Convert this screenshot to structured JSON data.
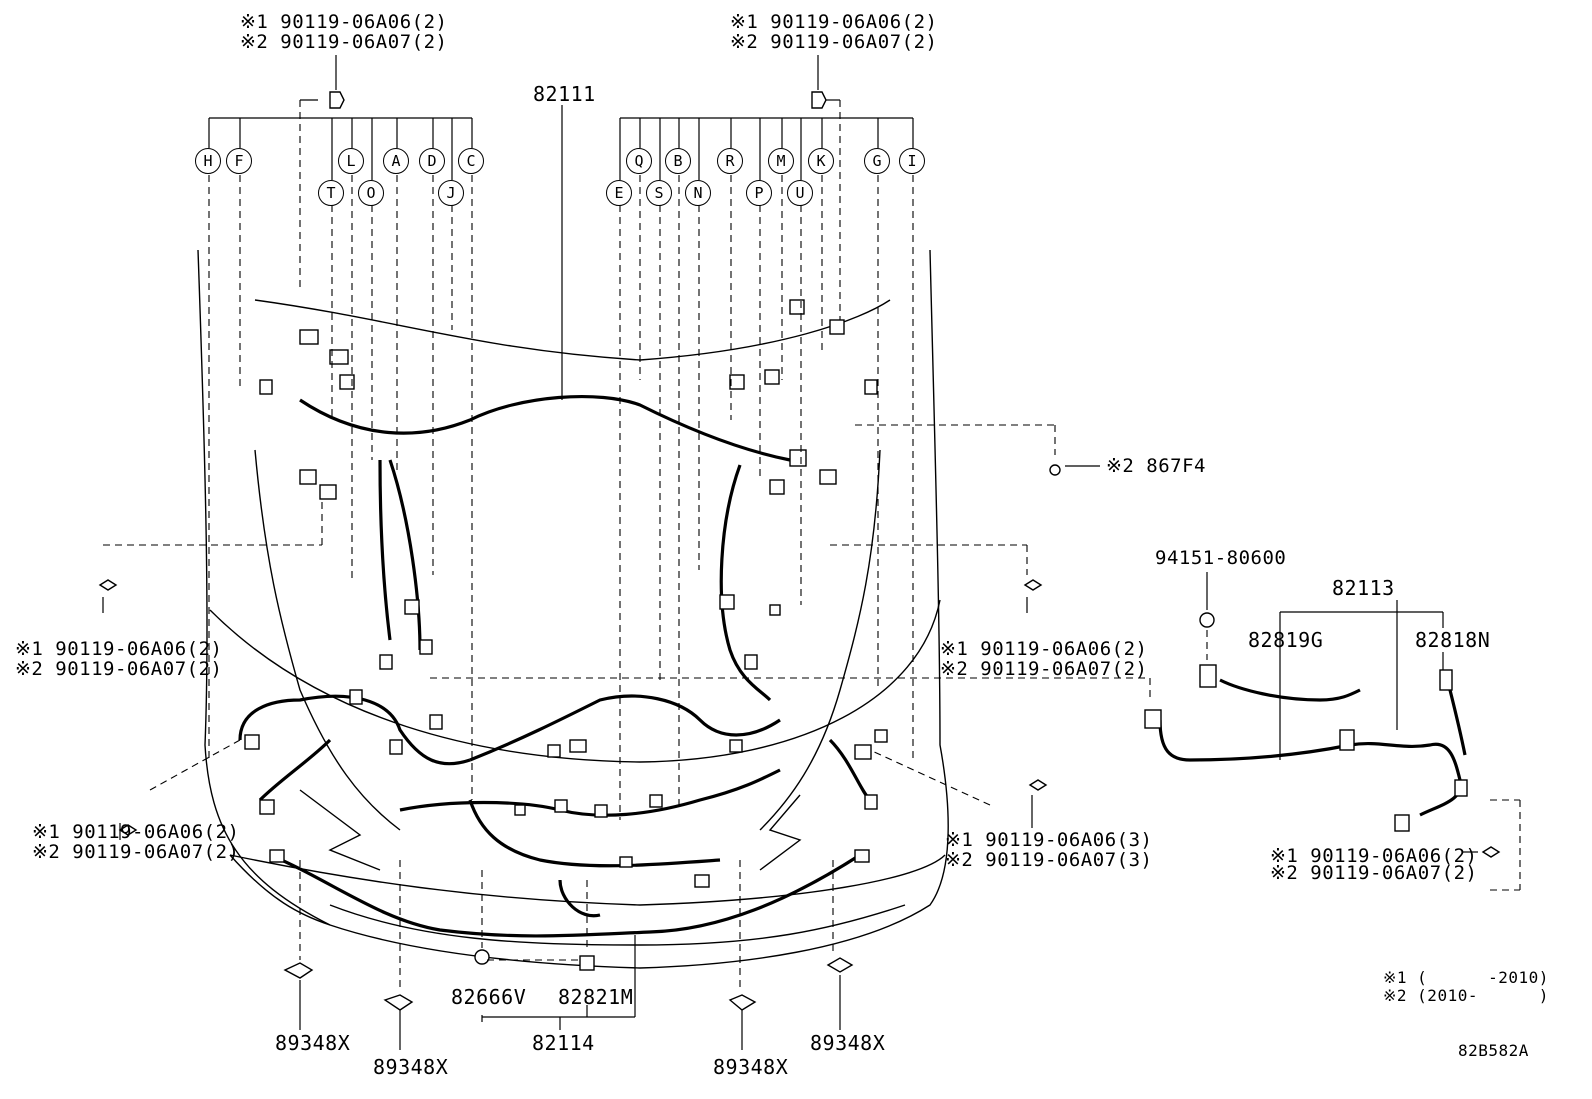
{
  "diagram": {
    "callouts_top_left": [
      "※1 90119-06A06(2)",
      "※2 90119-06A07(2)"
    ],
    "callouts_top_right": [
      "※1 90119-06A06(2)",
      "※2 90119-06A07(2)"
    ],
    "callouts_mid_left": [
      "※1 90119-06A06(2)",
      "※2 90119-06A07(2)"
    ],
    "callouts_lower_left": [
      "※1 90119-06A06(2)",
      "※2 90119-06A07(2)"
    ],
    "callouts_mid_right": [
      "※1 90119-06A06(2)",
      "※2 90119-06A07(2)"
    ],
    "callouts_lower_right": [
      "※1 90119-06A06(3)",
      "※2 90119-06A07(3)"
    ],
    "callouts_side_harness": [
      "※1 90119-06A06(2)",
      "※2 90119-06A07(2)"
    ],
    "main_harness": "82111",
    "clip_867F4": "※2 867F4",
    "bolt_94151": "94151-80600",
    "side_harness": "82113",
    "part_82819G": "82819G",
    "part_82818N": "82818N",
    "part_82666V": "82666V",
    "part_82821M": "82821M",
    "sub_harness": "82114",
    "clip_89348X": [
      "89348X",
      "89348X",
      "89348X",
      "89348X"
    ],
    "legend": [
      "※1 (      -2010)",
      "※2 (2010-      )"
    ],
    "diagram_code": "82B582A",
    "connector_letters": [
      "H",
      "F",
      "L",
      "T",
      "O",
      "A",
      "D",
      "J",
      "C",
      "E",
      "Q",
      "S",
      "B",
      "N",
      "R",
      "P",
      "M",
      "U",
      "K",
      "G",
      "I"
    ]
  }
}
